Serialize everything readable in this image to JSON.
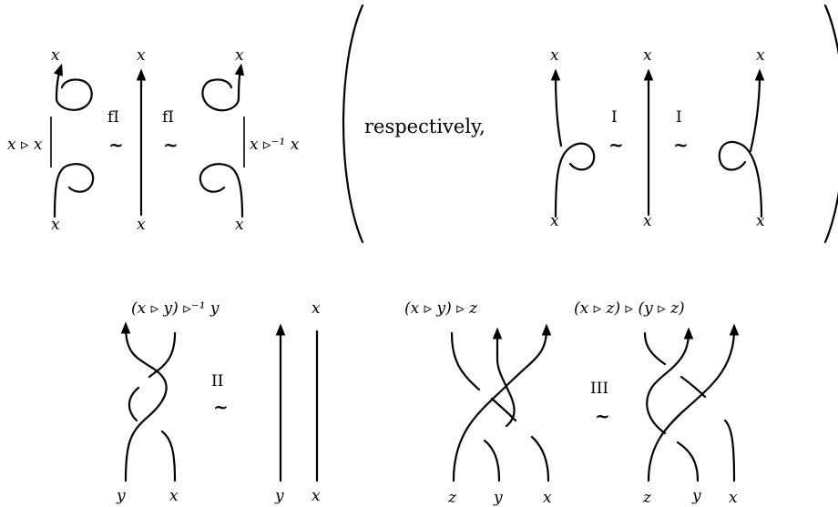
{
  "labels": {
    "x": "x",
    "y": "y",
    "z": "z",
    "fI": "fI",
    "I": "I",
    "II": "II",
    "III": "III",
    "tilde": "~",
    "respectively": "respectively,",
    "x_tri_x": "x ▹ x",
    "x_tri_inv_x": "x ▹⁻¹ x",
    "r2_top": "(x ▹ y) ▹⁻¹ y",
    "r3_left_top": "(x ▹ y) ▹ z",
    "r3_right_top": "(x ▹ z) ▹ (y ▹ z)"
  }
}
